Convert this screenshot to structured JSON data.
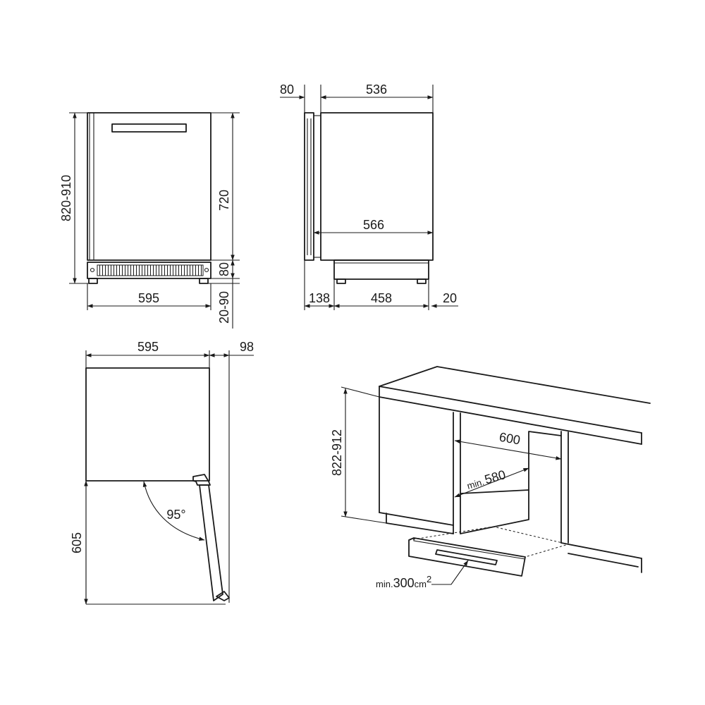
{
  "front_view": {
    "height_total": "820-910",
    "height_body": "720",
    "height_plinth": "80",
    "height_feet": "20-90",
    "width": "595"
  },
  "side_view": {
    "door_depth": "80",
    "body_depth": "536",
    "inner_depth": "566",
    "base_front_offset": "138",
    "base_depth": "458",
    "base_rear_offset": "20"
  },
  "top_view": {
    "width": "595",
    "door_offset": "98",
    "door_clearance": "605",
    "opening_angle": "95°"
  },
  "installation": {
    "niche_height": "822-912",
    "niche_width": "600",
    "niche_min_depth_prefix": "min.",
    "niche_min_depth": "580",
    "vent_prefix": "min.",
    "vent_value": "300",
    "vent_unit": "cm",
    "vent_exp": "2"
  }
}
